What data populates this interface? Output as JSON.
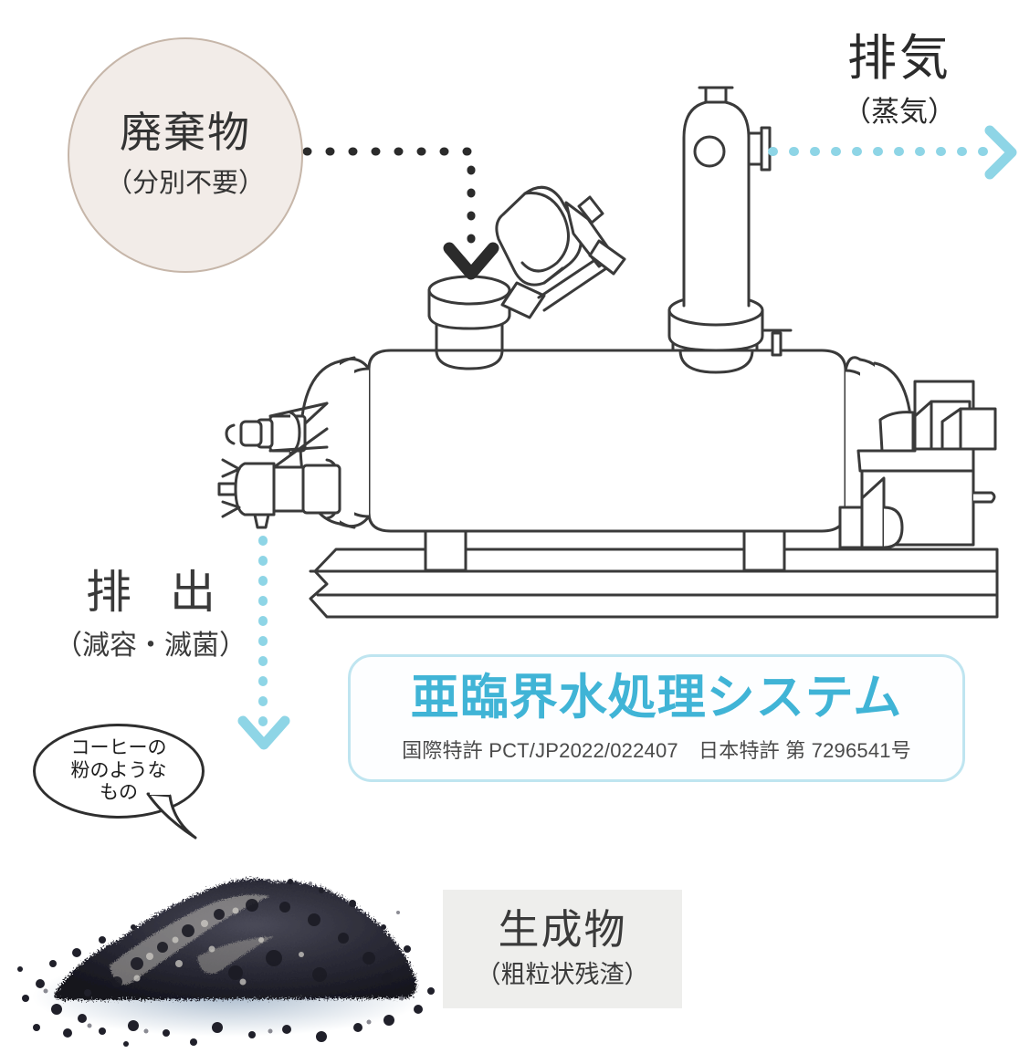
{
  "diagram": {
    "type": "process-flow",
    "subject": "Subcritical water treatment system (亜臨界水処理システム)",
    "background_color": "#ffffff"
  },
  "waste_input": {
    "label": "廃棄物",
    "note": "（分別不要）",
    "circle_fill": "#f2ece8",
    "circle_border": "#c6b6a9",
    "flow_style": "dotted",
    "flow_color": "#2b2b2b",
    "arrow_direction": "down-into-hatch"
  },
  "exhaust_output": {
    "label": "排気",
    "note": "（蒸気）",
    "flow_style": "dotted",
    "flow_color": "#8ed5e6",
    "arrow_direction": "right"
  },
  "discharge_output": {
    "label": "排 出",
    "note": "（減容・滅菌）",
    "flow_style": "dotted",
    "flow_color": "#8ed5e6",
    "arrow_direction": "down"
  },
  "system_panel": {
    "title": "亜臨界水処理システム",
    "patents": "国際特許 PCT/JP2022/022407　日本特許 第 7296541号",
    "title_color": "#40b4d6",
    "border_color": "#bfe5f0"
  },
  "speech_bubble": {
    "lines": [
      "コーヒーの",
      "粉のような",
      "もの"
    ]
  },
  "product_output": {
    "label": "生成物",
    "note": "（粗粒状残渣）",
    "background": "#eeeeec",
    "appearance": "dark coarse granular residue pile"
  },
  "machine": {
    "name": "horizontal pressure vessel reactor",
    "components": [
      "charging-hatch",
      "hinged-hatch-lid",
      "vertical-exhaust-column",
      "sight-glass",
      "steam-outlet-flange",
      "discharge-valve",
      "handwheel",
      "saddle-support-left",
      "saddle-support-right",
      "drive-motor-gearbox",
      "skid-base"
    ],
    "line_color": "#3a3a3a"
  }
}
